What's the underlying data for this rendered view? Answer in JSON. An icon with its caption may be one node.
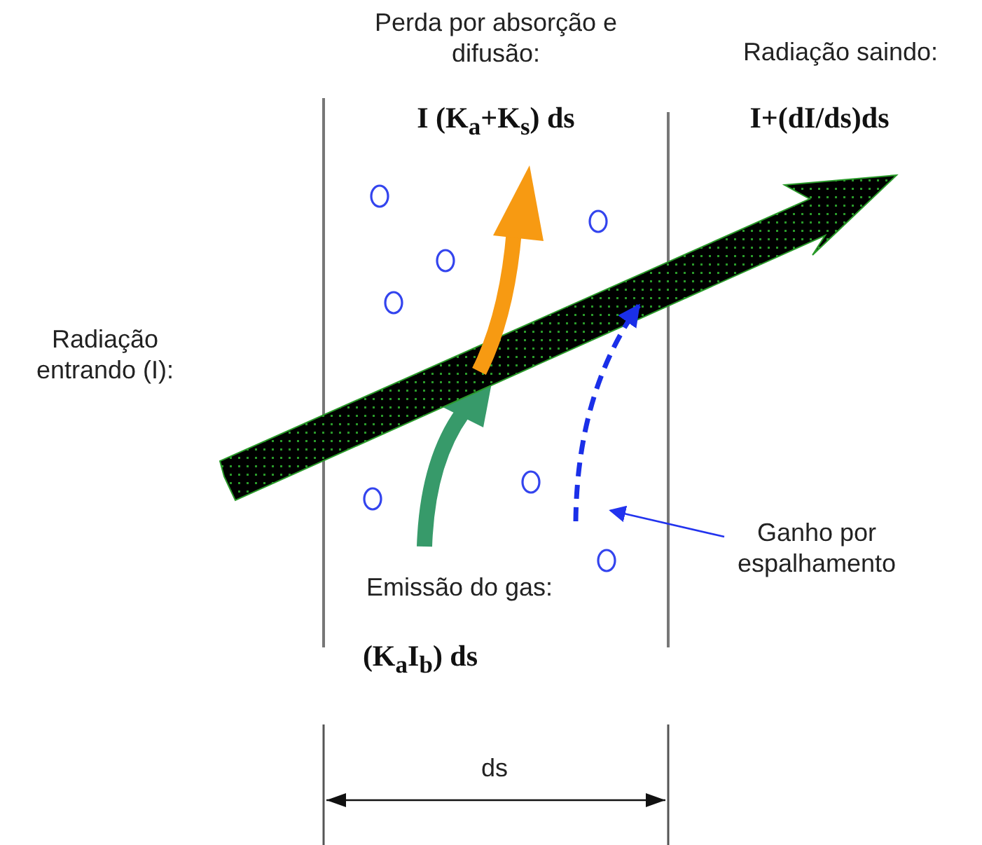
{
  "diagram": {
    "nodes": [
      {
        "text": [
          "Ganho por espalhamento"
        ]
      },
      {
        "text": [],
        "shape": "arrow"
      }
    ],
    "edges": [
      {
        "from": 0,
        "to": 1,
        "arrow": "to"
      }
    ],
    "labels": [
      "Perda por absorção e difusão:",
      "I (K$_{a}$+K$_{s}$) ds",
      "Radiação saindo:",
      "I+(dI/ds)ds",
      "Radiação entrando (I):",
      "Emissão do gas:",
      "(K$_{a}$I$_{b}$) ds",
      "ds"
    ]
  }
}
